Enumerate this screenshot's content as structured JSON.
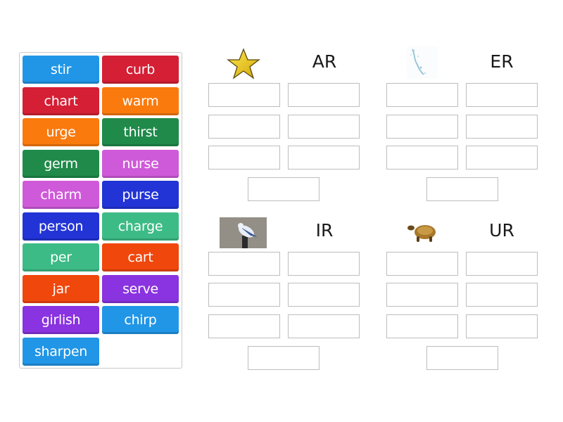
{
  "tiles": [
    {
      "label": "stir",
      "color": "#2196e6"
    },
    {
      "label": "curb",
      "color": "#d41f35"
    },
    {
      "label": "chart",
      "color": "#d41f35"
    },
    {
      "label": "warm",
      "color": "#fa7a0d"
    },
    {
      "label": "urge",
      "color": "#fa7a0d"
    },
    {
      "label": "thirst",
      "color": "#1f8a4a"
    },
    {
      "label": "germ",
      "color": "#1f8a4a"
    },
    {
      "label": "nurse",
      "color": "#cf5ad9"
    },
    {
      "label": "charm",
      "color": "#cf5ad9"
    },
    {
      "label": "purse",
      "color": "#2234d6"
    },
    {
      "label": "person",
      "color": "#2234d6"
    },
    {
      "label": "charge",
      "color": "#3dbb86"
    },
    {
      "label": "per",
      "color": "#3dbb86"
    },
    {
      "label": "cart",
      "color": "#f0470d"
    },
    {
      "label": "jar",
      "color": "#f0470d"
    },
    {
      "label": "serve",
      "color": "#8a33e0"
    },
    {
      "label": "girlish",
      "color": "#8a33e0"
    },
    {
      "label": "chirp",
      "color": "#2196e6"
    },
    {
      "label": "sharpen",
      "color": "#2196e6"
    }
  ],
  "groups": [
    {
      "title": "AR",
      "image": "star-icon"
    },
    {
      "title": "ER",
      "image": "water-splash-image"
    },
    {
      "title": "IR",
      "image": "bird-image"
    },
    {
      "title": "UR",
      "image": "turtle-image"
    }
  ]
}
